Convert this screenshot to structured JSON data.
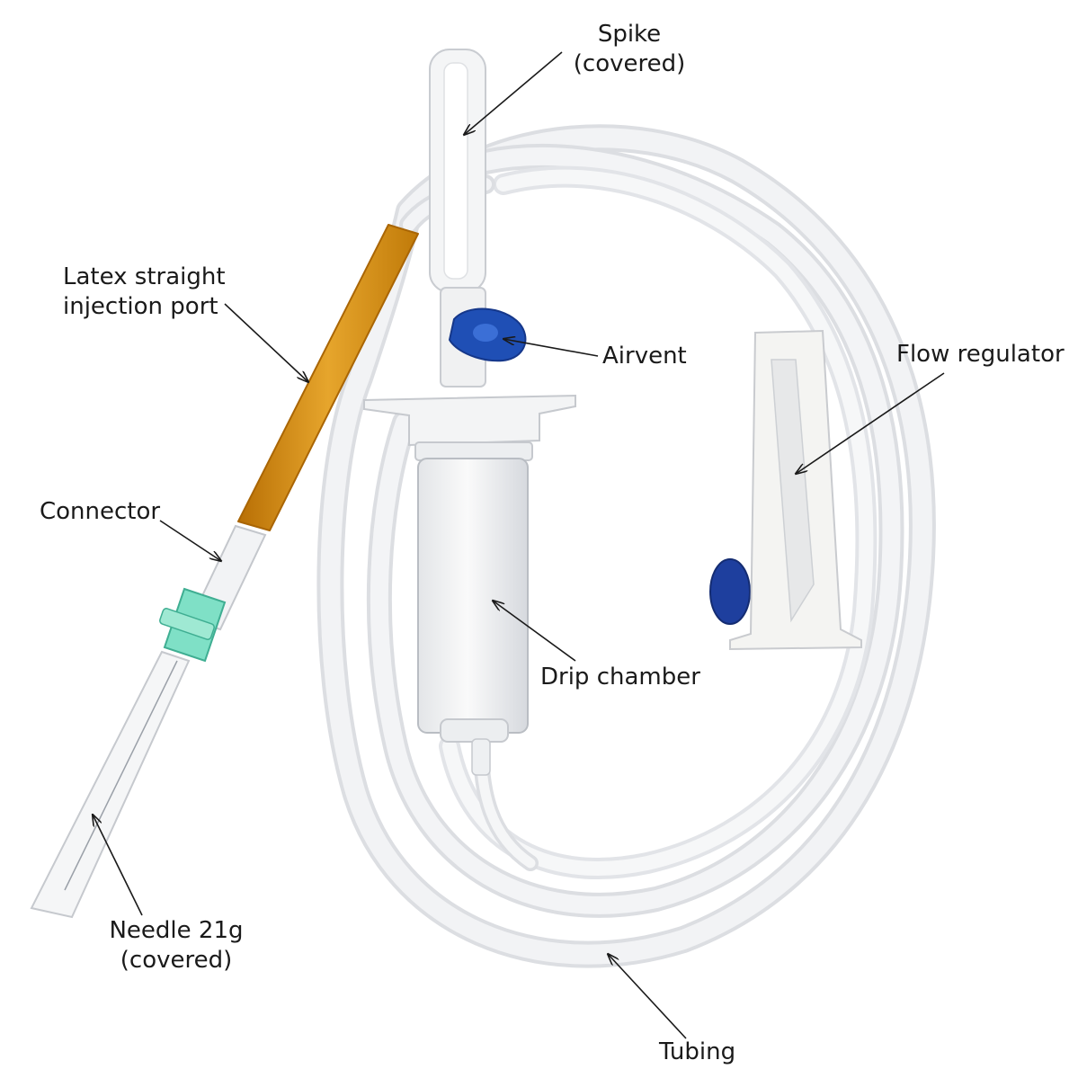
{
  "labels": {
    "spike": {
      "line1": "Spike",
      "line2": "(covered)"
    },
    "injection_port": {
      "line1": "Latex straight",
      "line2": "injection port"
    },
    "airvent": "Airvent",
    "flow_regulator": "Flow regulator",
    "connector": "Connector",
    "drip_chamber": "Drip chamber",
    "needle": {
      "line1": "Needle 21g",
      "line2": "(covered)"
    },
    "tubing": "Tubing"
  },
  "colors": {
    "tubing": "#ecedef",
    "latex_port": "#d9900f",
    "airvent_cap": "#1f4fb5",
    "connector_hub": "#7fe0c6",
    "regulator_body": "#f4f4f2",
    "regulator_wheel": "#1e3f9e",
    "label_text": "#1a1a1a"
  }
}
